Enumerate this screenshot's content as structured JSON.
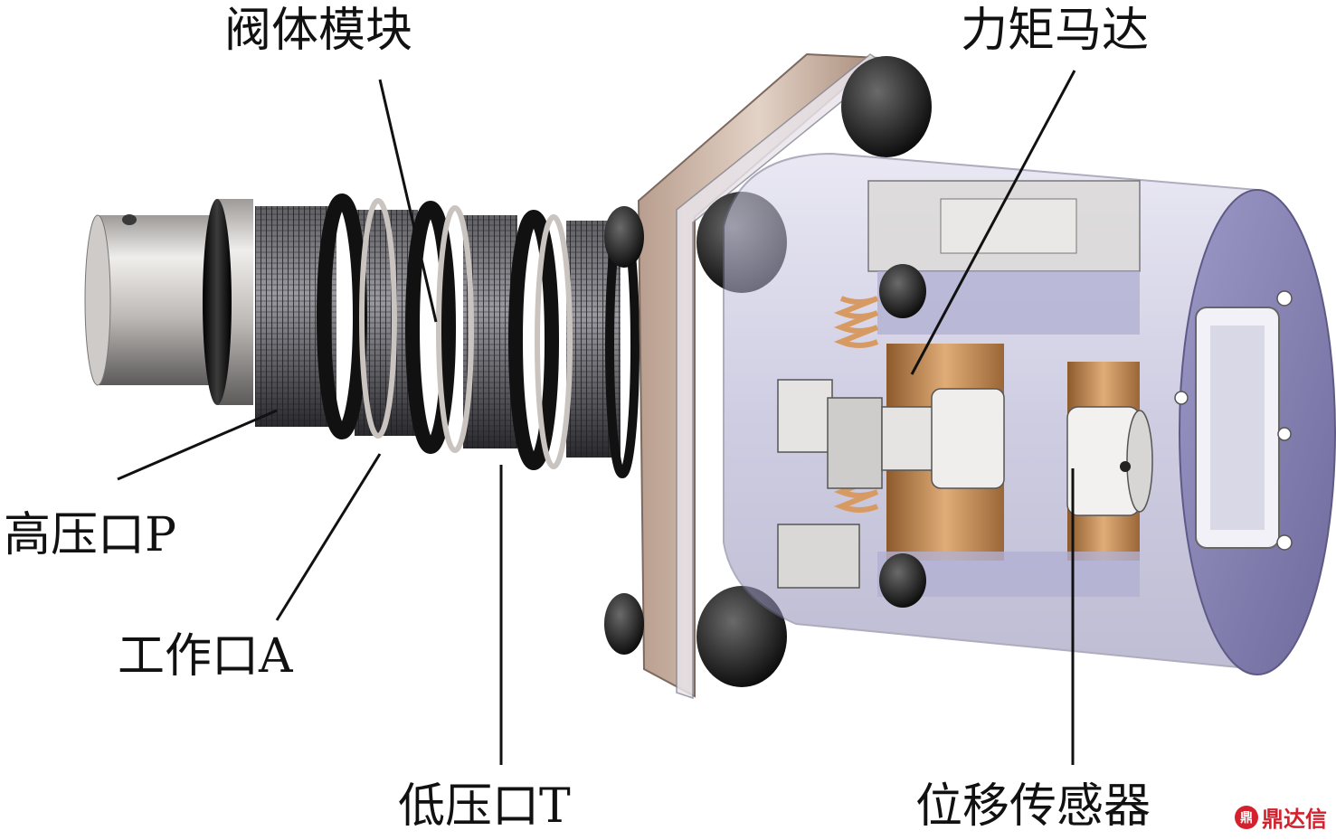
{
  "labels": {
    "valve_body": "阀体模块",
    "torque_motor": "力矩马达",
    "high_pressure_port": "高压口P",
    "work_port": "工作口A",
    "low_pressure_port": "低压口T",
    "displacement_sensor": "位移传感器"
  },
  "watermark": {
    "text": "鼎达信",
    "icon": "logo-icon"
  },
  "colors": {
    "metal_light": "#d9d6d3",
    "metal_dark": "#6c6a6a",
    "o_ring": "#151515",
    "mesh": "#3a3a3c",
    "flange": "#c9b2a4",
    "housing": "#b9b6d8",
    "copper": "#c08a52",
    "spring": "#d79a63",
    "watermark": "#d3212d"
  }
}
